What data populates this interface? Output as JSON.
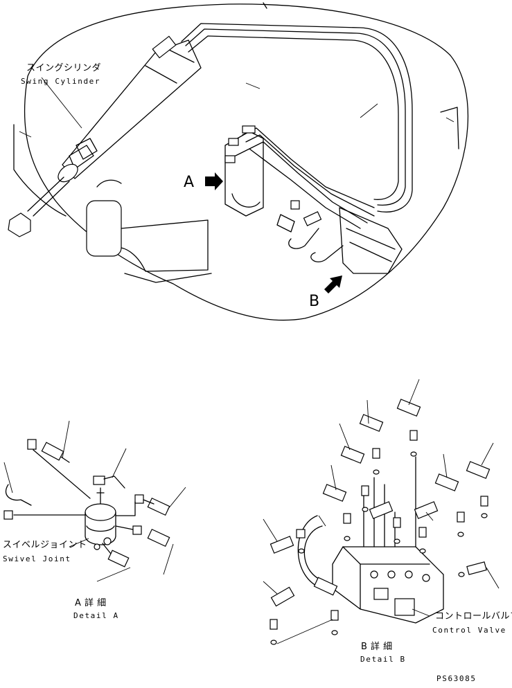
{
  "callouts": {
    "swing_cylinder_jp": "スイングシリンダ",
    "swing_cylinder_en": "Swing Cylinder",
    "view_a": "A",
    "view_b": "B",
    "swivel_joint_jp": "スイベルジョイント",
    "swivel_joint_en": "Swivel Joint",
    "control_valve_jp": "コントロールバルブ",
    "control_valve_en": "Control Valve"
  },
  "details": {
    "a_jp": "A 詳 細",
    "a_en": "Detail A",
    "b_jp": "B 詳 細",
    "b_en": "Detail B"
  },
  "drawing_number": "PS63085"
}
